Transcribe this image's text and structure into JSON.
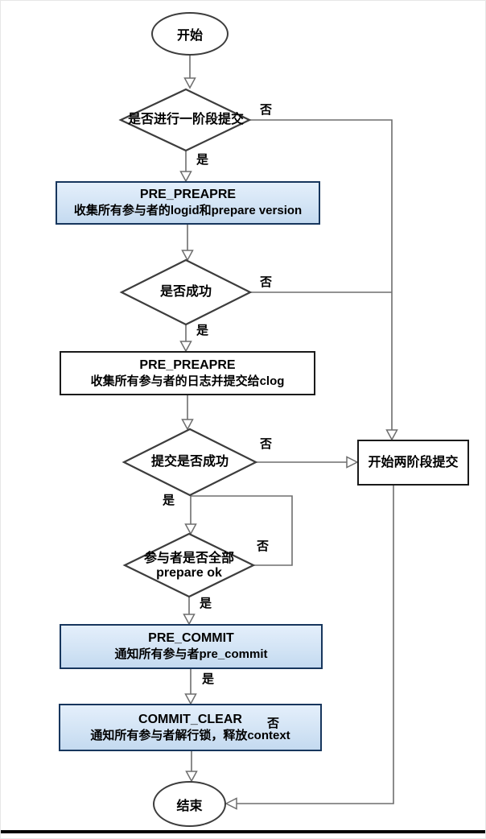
{
  "diagram": {
    "type": "flowchart",
    "nodes": {
      "start": {
        "shape": "terminator",
        "label": "开始"
      },
      "check_one_phase": {
        "shape": "decision",
        "label": "是否进行一阶段提交"
      },
      "pre_prepare_collect_logid": {
        "shape": "process",
        "title": "PRE_PREAPRE",
        "subtitle": "收集所有参与者的logid和prepare version"
      },
      "check_success": {
        "shape": "decision",
        "label": "是否成功"
      },
      "pre_prepare_collect_log": {
        "shape": "process",
        "title": "PRE_PREAPRE",
        "subtitle": "收集所有参与者的日志并提交给clog"
      },
      "check_commit_success": {
        "shape": "decision",
        "label": "提交是否成功"
      },
      "start_two_phase_commit": {
        "shape": "process",
        "label": "开始两阶段提交"
      },
      "check_all_prepare_ok": {
        "shape": "decision",
        "label_line1": "参与者是否全部",
        "label_line2": "prepare ok"
      },
      "pre_commit": {
        "shape": "process",
        "title": "PRE_COMMIT",
        "subtitle": "通知所有参与者pre_commit"
      },
      "commit_clear": {
        "shape": "process",
        "title": "COMMIT_CLEAR",
        "subtitle": "通知所有参与者解行锁，释放context"
      },
      "end": {
        "shape": "terminator",
        "label": "结束"
      }
    },
    "edge_labels": {
      "yes": "是",
      "no": "否"
    },
    "colors": {
      "process_fill_top": "#e4effb",
      "process_fill_bottom": "#c4daf0",
      "process_blue_border": "#17365d",
      "process_plain_border": "#1a1a1a",
      "decision_border": "#3d3d3d",
      "terminator_border": "#3d3d3d",
      "connector": "#6e6e6e",
      "text": "#000000",
      "bottom_rule": "#000000"
    }
  }
}
